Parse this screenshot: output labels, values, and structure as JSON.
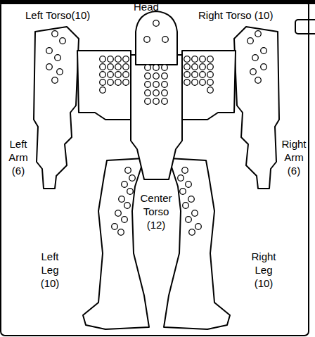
{
  "diagram": {
    "labels": [
      "Head",
      "Left Torso(10)",
      "Right Torso (10)",
      "Left Arm (6)",
      "Right Arm (6)",
      "Center Torso (12)",
      "Left Leg (10)",
      "Right Leg (10)"
    ]
  }
}
